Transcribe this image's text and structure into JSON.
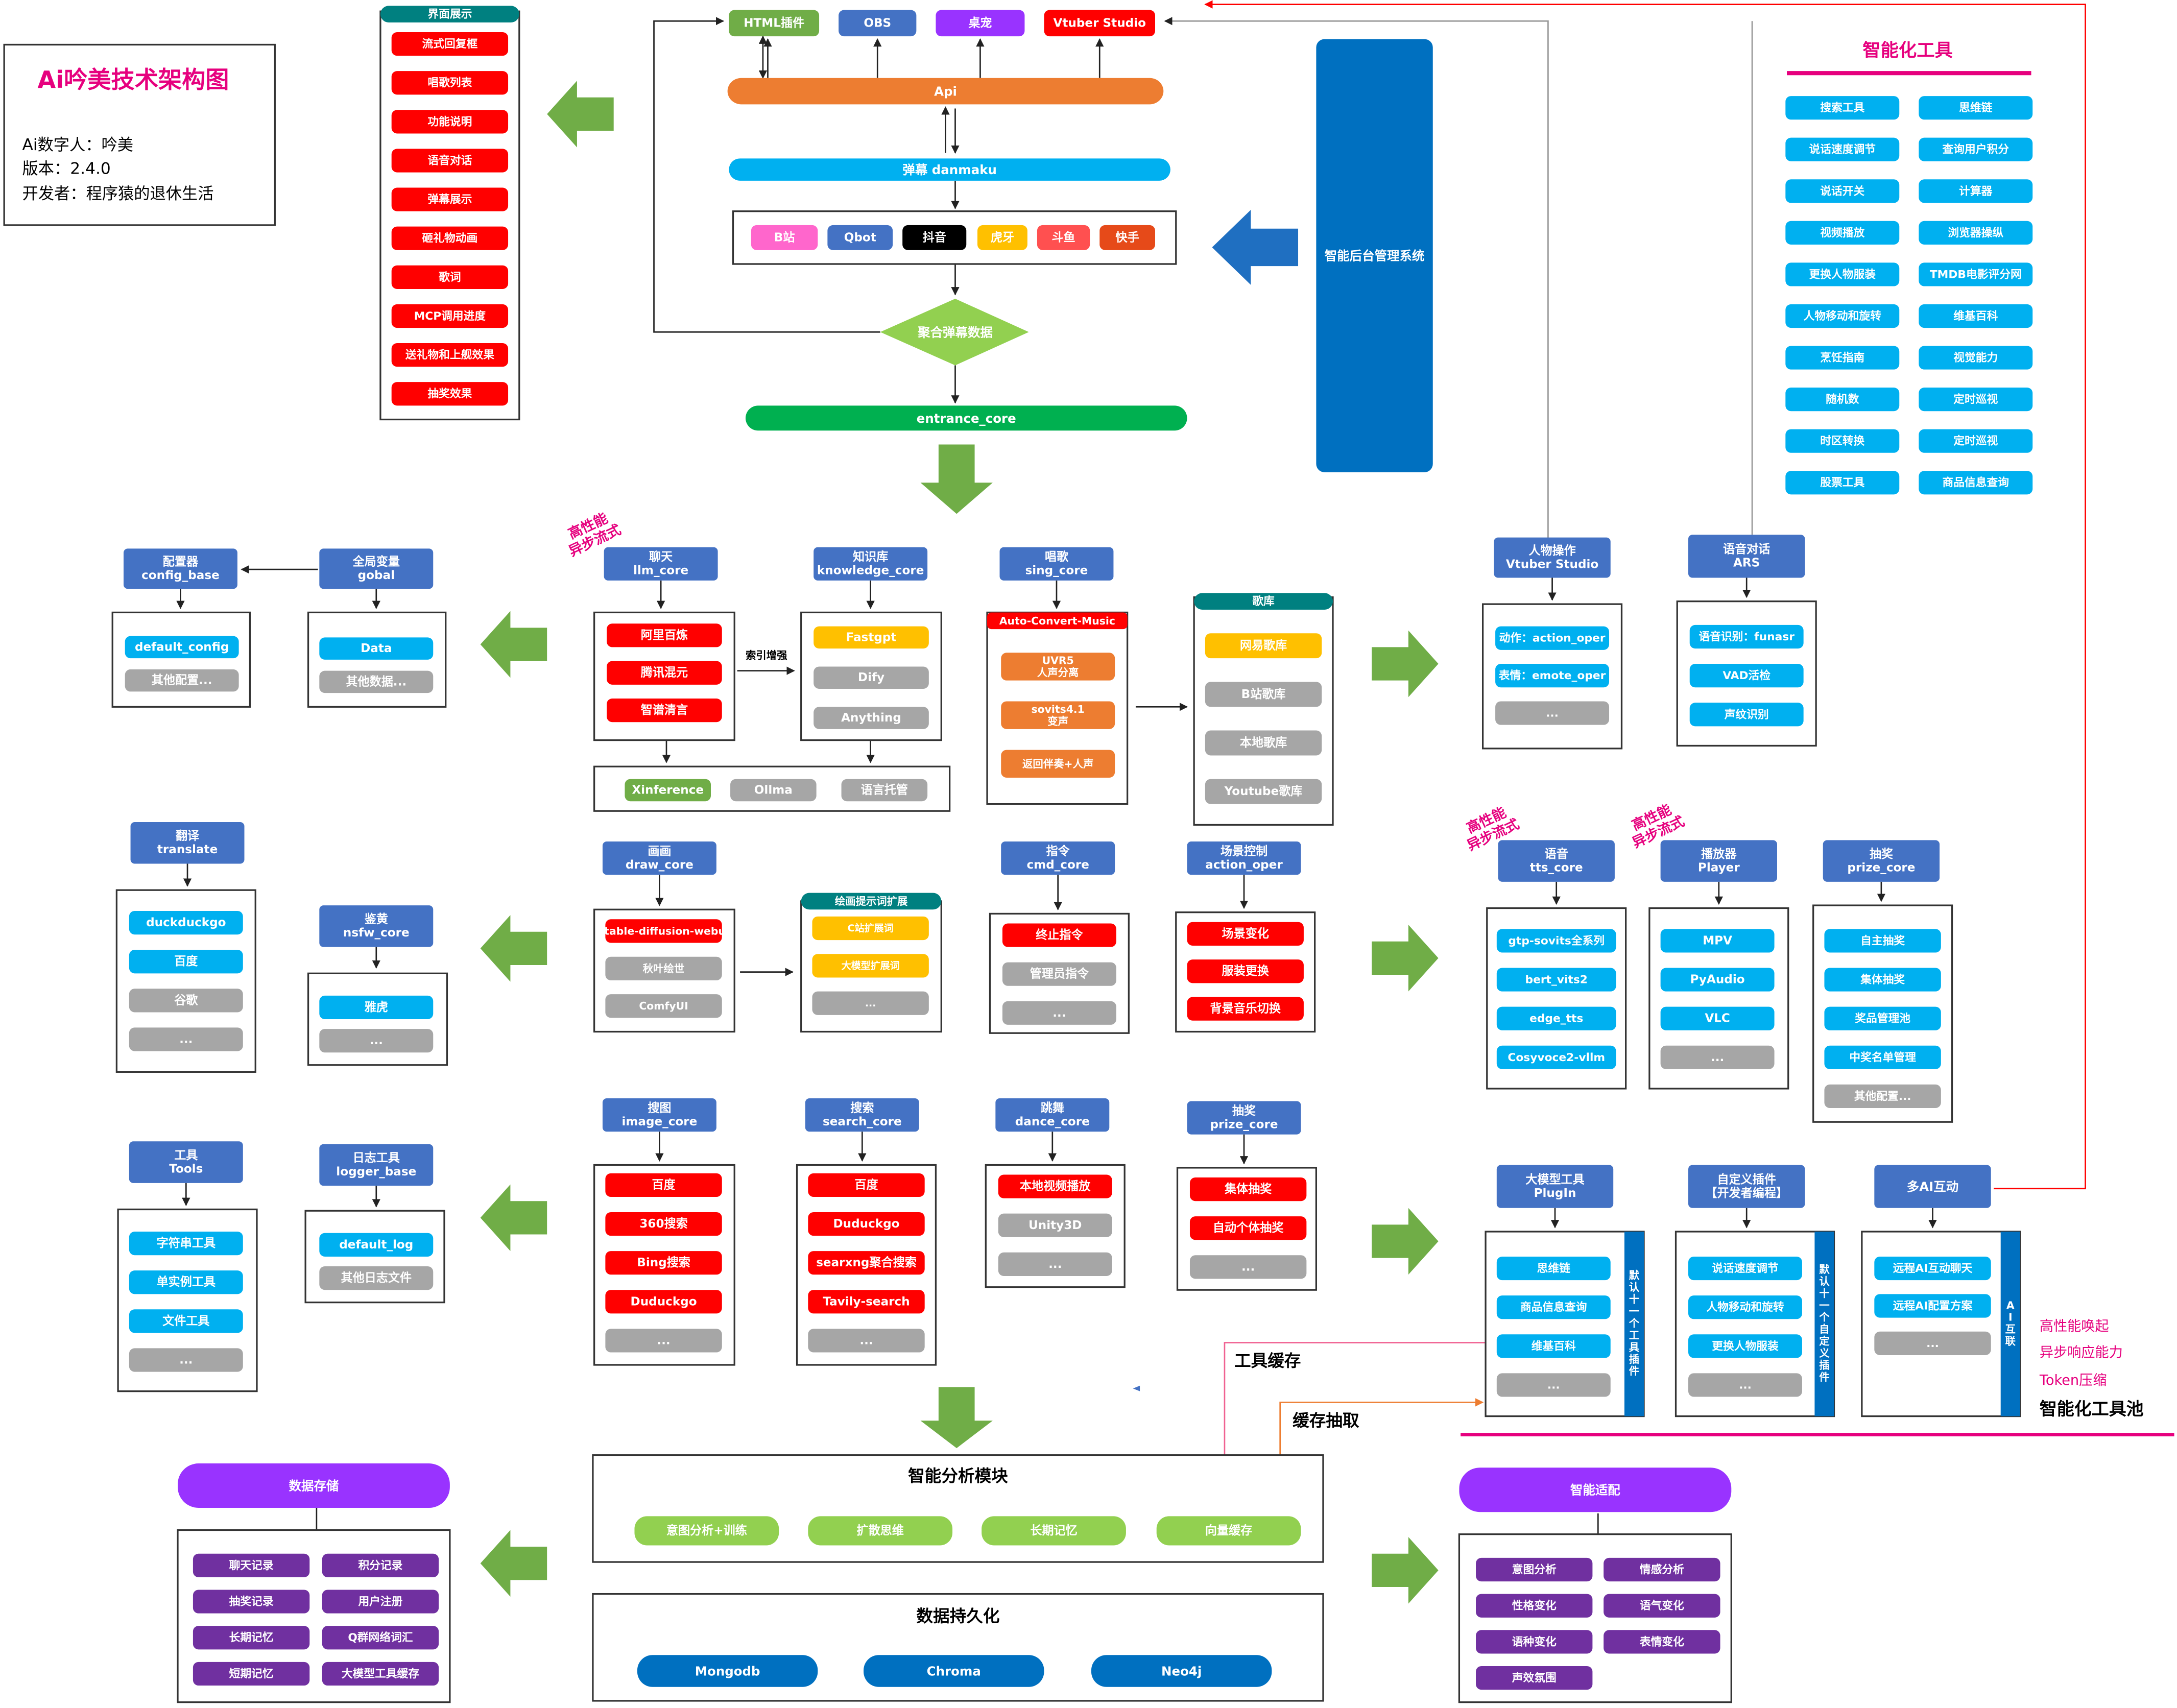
{
  "colors": {
    "red": "#ff0000",
    "blue": "#00b0f0",
    "gray": "#a6a6a6",
    "orange": "#ed7d31",
    "yellow": "#ffc000",
    "green": "#70ad47",
    "lightgreen": "#92d050",
    "purple": "#7030a0",
    "violet": "#9933ff",
    "teal": "#008080",
    "darkblue": "#0070c0",
    "header": "#4472c4",
    "magenta": "#e6007e",
    "black": "#000000"
  },
  "title_box": {
    "title": "Ai吟美技术架构图",
    "line1": "Ai数字人：吟美",
    "line2": "版本：2.4.0",
    "line3": "开发者：程序猿的退休生活"
  },
  "display": {
    "title": "界面展示",
    "items": [
      "流式回复框",
      "唱歌列表",
      "功能说明",
      "语音对话",
      "弹幕展示",
      "砸礼物动画",
      "歌词",
      "MCP调用进度",
      "送礼物和上舰效果",
      "抽奖效果"
    ]
  },
  "top": {
    "plugins": [
      "HTML插件",
      "OBS",
      "桌宠",
      "Vtuber Studio"
    ],
    "api": "Api",
    "danmaku": "弹幕    danmaku",
    "platforms": [
      "B站",
      "Qbot",
      "抖音",
      "虎牙",
      "斗鱼",
      "快手"
    ],
    "aggregate": "聚合弹幕数据",
    "entrance": "entrance_core",
    "backend": "智能后台管理系统"
  },
  "tools_panel": {
    "title": "智能化工具",
    "items": [
      "搜索工具",
      "思维链",
      "说话速度调节",
      "查询用户积分",
      "说话开关",
      "计算器",
      "视频播放",
      "浏览器操纵",
      "更换人物服装",
      "TMDB电影评分网",
      "人物移动和旋转",
      "维基百科",
      "烹饪指南",
      "视觉能力",
      "随机数",
      "定时巡视",
      "时区转换",
      "定时巡视",
      "股票工具",
      "商品信息查询"
    ]
  },
  "config": {
    "h1": "配置器",
    "h2": "config_base",
    "items": [
      "default_config",
      "其他配置..."
    ]
  },
  "global": {
    "h1": "全局变量",
    "h2": "gobal",
    "items": [
      "Data",
      "其他数据..."
    ]
  },
  "chat": {
    "h1": "聊天",
    "h2": "llm_core",
    "items": [
      "阿里百炼",
      "腾讯混元",
      "智谱清言"
    ],
    "tag": "高性能\n异步流式"
  },
  "index_label": "索引增强",
  "knowledge": {
    "h1": "知识库",
    "h2": "knowledge_core",
    "items": [
      "Fastgpt",
      "Dify",
      "Anything"
    ]
  },
  "llm_bottom": [
    "Xinference",
    "Ollma",
    "语言托管"
  ],
  "sing": {
    "h1": "唱歌",
    "h2": "sing_core",
    "sub": "Auto-Convert-Music",
    "items": [
      "UVR5\n人声分离",
      "sovits4.1\n变声",
      "返回伴奏+人声"
    ]
  },
  "songlib": {
    "title": "歌库",
    "items": [
      "网易歌库",
      "B站歌库",
      "本地歌库",
      "Youtube歌库"
    ]
  },
  "vtuber": {
    "h1": "人物操作",
    "h2": "Vtuber Studio",
    "items": [
      "动作：action_oper",
      "表情：emote_oper",
      "..."
    ]
  },
  "asr": {
    "h1": "语音对话",
    "h2": "ARS",
    "items": [
      "语音识别：funasr",
      "VAD活检",
      "声纹识别"
    ]
  },
  "translate": {
    "h1": "翻译",
    "h2": "translate",
    "items": [
      "duckduckgo",
      "百度",
      "谷歌",
      "..."
    ]
  },
  "nsfw": {
    "h1": "鉴黄",
    "h2": "nsfw_core",
    "items": [
      "雅虎",
      "..."
    ]
  },
  "draw": {
    "h1": "画画",
    "h2": "draw_core",
    "items": [
      "stable-diffusion-webui",
      "秋叶绘世",
      "ComfyUI"
    ]
  },
  "drawprompt": {
    "title": "绘画提示词扩展",
    "items": [
      "C站扩展词",
      "大模型扩展词",
      "..."
    ]
  },
  "cmd": {
    "h1": "指令",
    "h2": "cmd_core",
    "items": [
      "终止指令",
      "管理员指令",
      "..."
    ]
  },
  "action": {
    "h1": "场景控制",
    "h2": "action_oper",
    "items": [
      "场景变化",
      "服装更换",
      "背景音乐切换"
    ]
  },
  "tts": {
    "h1": "语音",
    "h2": "tts_core",
    "items": [
      "gtp-sovits全系列",
      "bert_vits2",
      "edge_tts",
      "Cosyvoce2-vllm"
    ],
    "tag": "高性能\n异步流式"
  },
  "player": {
    "h1": "播放器",
    "h2": "Player",
    "items": [
      "MPV",
      "PyAudio",
      "VLC",
      "..."
    ],
    "tag": "高性能\n异步流式"
  },
  "prize_r": {
    "h1": "抽奖",
    "h2": "prize_core",
    "items": [
      "自主抽奖",
      "集体抽奖",
      "奖品管理池",
      "中奖名单管理",
      "其他配置..."
    ]
  },
  "tools": {
    "h1": "工具",
    "h2": "Tools",
    "items": [
      "字符串工具",
      "单实例工具",
      "文件工具",
      "..."
    ]
  },
  "logger": {
    "h1": "日志工具",
    "h2": "logger_base",
    "items": [
      "default_log",
      "其他日志文件"
    ]
  },
  "image": {
    "h1": "搜图",
    "h2": "image_core",
    "items": [
      "百度",
      "360搜索",
      "Bing搜索",
      "Duduckgo",
      "..."
    ]
  },
  "search": {
    "h1": "搜索",
    "h2": "search_core",
    "items": [
      "百度",
      "Duduckgo",
      "searxng聚合搜索",
      "Tavily-search",
      "..."
    ]
  },
  "dance": {
    "h1": "跳舞",
    "h2": "dance_core",
    "items": [
      "本地视频播放",
      "Unity3D",
      "..."
    ]
  },
  "prize_m": {
    "h1": "抽奖",
    "h2": "prize_core",
    "items": [
      "集体抽奖",
      "自动个体抽奖",
      "..."
    ]
  },
  "plugin": {
    "h1": "大模型工具",
    "h2": "PlugIn",
    "items": [
      "思维链",
      "商品信息查询",
      "维基百科",
      "..."
    ],
    "side": "默认十一个工具插件"
  },
  "custom": {
    "h1": "自定义插件",
    "h2": "【开发者编程】",
    "items": [
      "说话速度调节",
      "人物移动和旋转",
      "更换人物服装",
      "..."
    ],
    "side": "默认十一个自定义插件"
  },
  "multiai": {
    "h1": "多AI互动",
    "items": [
      "远程AI互动聊天",
      "远程AI配置方案",
      "..."
    ],
    "side": "AI互联"
  },
  "pool": {
    "l1": "高性能唤起",
    "l2": "异步响应能力",
    "l3": "Token压缩",
    "title": "智能化工具池"
  },
  "tool_cache": "工具缓存",
  "cache_fetch": "缓存抽取",
  "analysis": {
    "title": "智能分析模块",
    "items": [
      "意图分析+训练",
      "扩散思维",
      "长期记忆",
      "向量缓存"
    ]
  },
  "persist": {
    "title": "数据持久化",
    "items": [
      "Mongodb",
      "Chroma",
      "Neo4j"
    ]
  },
  "storage": {
    "title": "数据存储",
    "items": [
      "聊天记录",
      "积分记录",
      "抽奖记录",
      "用户注册",
      "长期记忆",
      "Q群网络词汇",
      "短期记忆",
      "大模型工具缓存"
    ]
  },
  "adapt": {
    "title": "智能适配",
    "items": [
      "意图分析",
      "情感分析",
      "性格变化",
      "语气变化",
      "语种变化",
      "表情变化",
      "声效氛围"
    ]
  }
}
